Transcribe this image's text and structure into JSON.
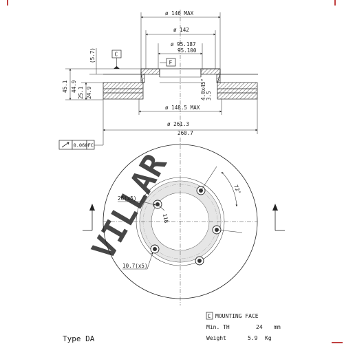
{
  "top_view": {
    "dia_146_max": "ø 146 MAX",
    "dia_142": "ø 142",
    "dia_95_187": "ø 95.187",
    "dia_95_100": "95.100",
    "dim_5_7": "(5.7)",
    "dim_45_1": "45.1",
    "dim_44_9": "44.9",
    "dim_25_1": "25.1",
    "dim_24_9": "24.9",
    "chamfer": "4.0x45°",
    "dim_3_5": "3.5",
    "dia_148_5_max": "ø 148.5 MAX",
    "dia_261_3": "ø 261.3",
    "dia_260_7": "260.7",
    "datum_c": "C",
    "datum_f": "F",
    "runout_value": "0.060",
    "runout_ref": "FC"
  },
  "front_view": {
    "holes_large": "26(x5)",
    "pcd": "118",
    "angle": "72°",
    "holes_small": "10.7(x5)"
  },
  "notes": {
    "mounting_face_symbol": "C",
    "mounting_face": "MOUNTING FACE",
    "min_th_label": "Min. TH",
    "min_th_value": "24",
    "min_th_unit": "mm",
    "weight_label": "Weight",
    "weight_value": "5.9",
    "weight_unit": "Kg",
    "type": "Type DA"
  },
  "watermark": {
    "brand": "VILLAR",
    "color": "#e7a9a9"
  },
  "colors": {
    "line": "#222222",
    "frame_accent": "#c04040"
  }
}
